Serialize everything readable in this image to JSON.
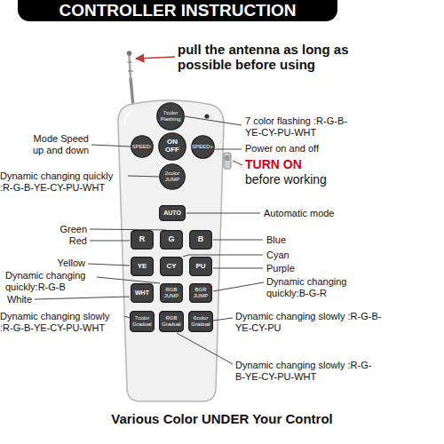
{
  "diagram": {
    "title": "CONTROLLER INSTRUCTION",
    "caption": "Various Color UNDER Your Control",
    "nodes": [
      {
        "text": [
          "7color Flashing"
        ]
      },
      {
        "text": [
          "SPEED-"
        ]
      },
      {
        "text": [
          "ON OFF"
        ]
      },
      {
        "text": [
          "SPEED+"
        ]
      },
      {
        "text": [
          "2color JUMP"
        ]
      },
      {
        "text": [
          "AUTO"
        ]
      },
      {
        "text": [
          "R"
        ]
      },
      {
        "text": [
          "G"
        ]
      },
      {
        "text": [
          "B"
        ]
      },
      {
        "text": [
          "YE"
        ]
      },
      {
        "text": [
          "CY"
        ]
      },
      {
        "text": [
          "PU"
        ]
      },
      {
        "text": [
          "WHT"
        ]
      },
      {
        "text": [
          "RGB JUMP"
        ]
      },
      {
        "text": [
          "BGR JUMP"
        ]
      },
      {
        "text": [
          "7color Gradual"
        ]
      },
      {
        "text": [
          "RGB Gradual"
        ]
      },
      {
        "text": [
          "6color Gradual"
        ]
      }
    ],
    "labels": [
      "pull the antenna as long as possible before using",
      "7 color flashing :R-G-B-YE-CY-PU-WHT",
      "Mode Speed up and down",
      "Power on and off",
      "TURN ON",
      "before working",
      "Dynamic changing quickly :R-G-B-YE-CY-PU-WHT",
      "Automatic mode",
      "Green",
      "Red",
      "Blue",
      "Yellow",
      "Cyan",
      "Purple",
      "Dynamic changing quickly:R-G-B",
      "Dynamic changing quickly:B-G-R",
      "White",
      "Dynamic changing slowly :R-G-B-YE-CY-PU-WHT",
      "Dynamic changing slowly :R-G-B-YE-CY-PU",
      "Dynamic changing slowly :R-G-B-YE-CY-PU-WHT"
    ]
  }
}
